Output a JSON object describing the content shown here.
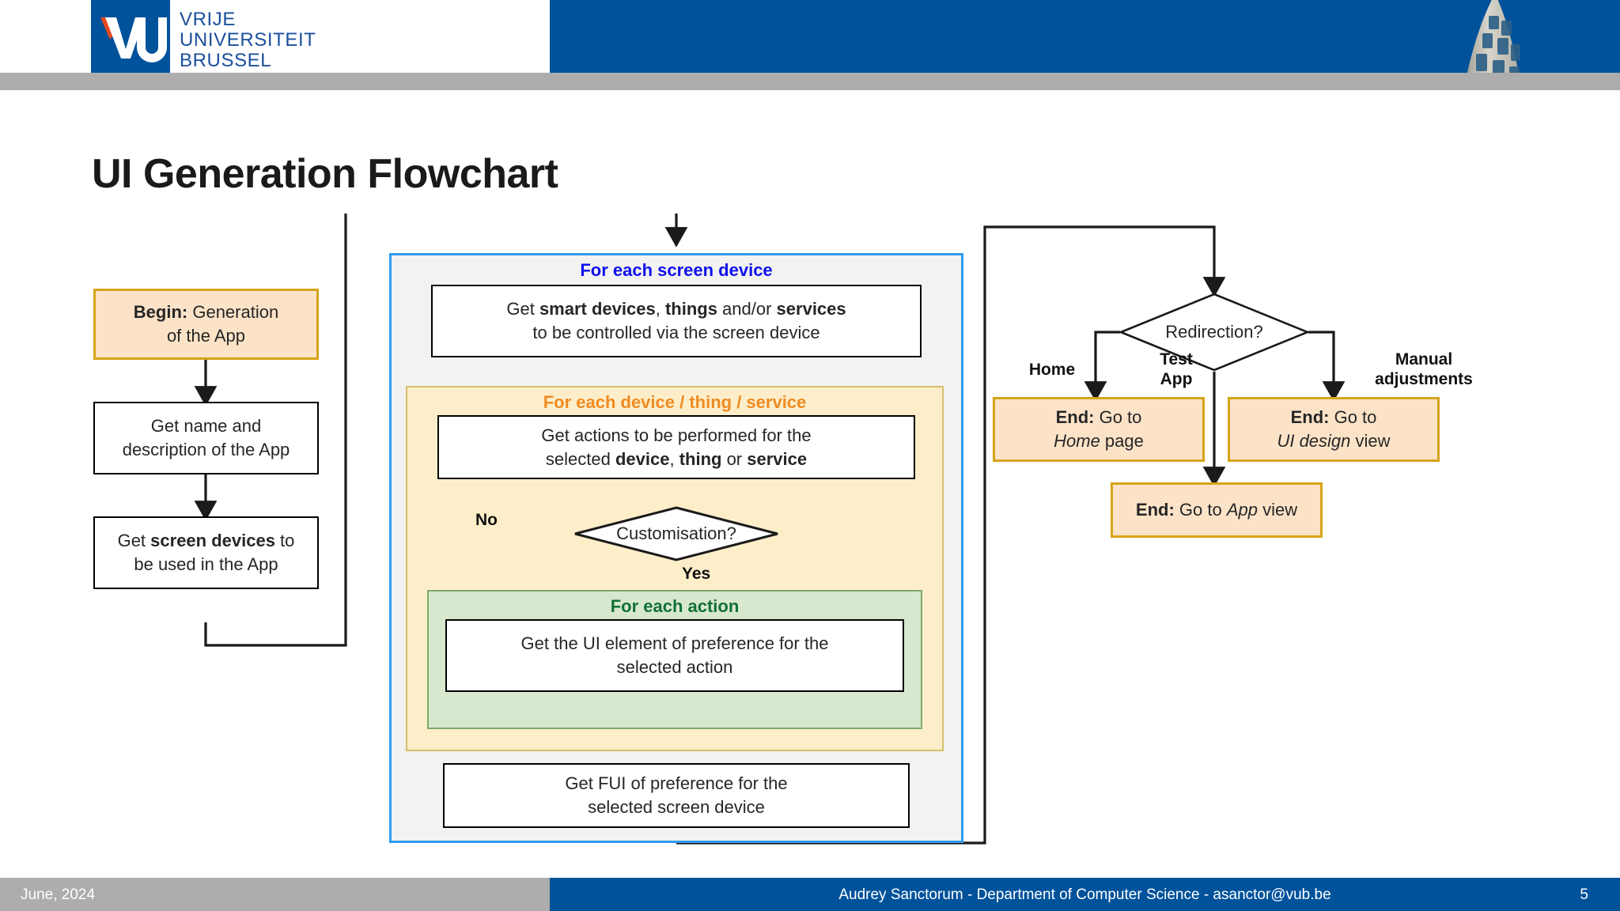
{
  "header": {
    "logo": {
      "mark": "VUB",
      "line1": "VRIJE",
      "line2": "UNIVERSITEIT",
      "line3": "BRUSSEL",
      "icon": "vub-logo-icon",
      "photo_icon": "tower-building-photo"
    },
    "brand_blue": "#00529b",
    "grey_band": "#adadad"
  },
  "slide": {
    "title": "UI Generation Flowchart"
  },
  "flow": {
    "begin": {
      "bold": "Begin:",
      "rest": " Generation",
      "line2": "of the App"
    },
    "step_name": {
      "line1": "Get name and",
      "line2": "description of the App"
    },
    "step_screen": {
      "pre": "Get ",
      "bold": "screen devices",
      "post": " to",
      "line2": "be used in the App"
    },
    "container_screen": {
      "header": "For each screen device",
      "color": "#1010ee"
    },
    "step_smart": {
      "pre": "Get ",
      "b1": "smart devices",
      "mid1": ", ",
      "b2": "things",
      "mid2": " and/or ",
      "b3": "services",
      "line2": "to be controlled via the screen device"
    },
    "container_device": {
      "header": "For each device / thing / service",
      "color": "#ef8b22"
    },
    "step_actions": {
      "line1": "Get actions to be performed for the",
      "pre": "selected ",
      "b1": "device",
      "mid1": ", ",
      "b2": "thing",
      "mid2": " or ",
      "b3": "service"
    },
    "decision_custom": {
      "label": "Customisation?",
      "no": "No",
      "yes": "Yes"
    },
    "container_action": {
      "header": "For each action",
      "color": "#117033"
    },
    "step_uielement": {
      "line1": "Get the UI element of preference for the",
      "line2": "selected action"
    },
    "step_fui": {
      "line1": "Get FUI of preference for the",
      "line2": "selected screen device"
    },
    "decision_redirect": {
      "label": "Redirection?"
    },
    "branch_home": "Home",
    "branch_test": {
      "line1": "Test",
      "line2": "App"
    },
    "branch_manual": {
      "line1": "Manual",
      "line2": "adjustments"
    },
    "end_home": {
      "bold": "End:",
      "rest": " Go to",
      "l2a": "Home",
      "l2b": " page"
    },
    "end_uidesign": {
      "bold": "End:",
      "rest": " Go to",
      "l2a": "UI design",
      "l2b": " view"
    },
    "end_app": {
      "bold": "End:",
      "rest": " Go to ",
      "italic": "App",
      "tail": " view"
    },
    "colors": {
      "terminator_fill": "#fce3c8",
      "terminator_border": "#d6a419",
      "screen_fill": "#f2f2f2",
      "screen_border": "#2e9bf0",
      "device_fill": "#fdeec9",
      "device_border": "#d6bf6a",
      "action_fill": "#d7e8ce",
      "action_border": "#7ea96a"
    }
  },
  "footer": {
    "date": "June, 2024",
    "center": "Audrey Sanctorum - Department of Computer Science - asanctor@vub.be",
    "page": "5"
  }
}
